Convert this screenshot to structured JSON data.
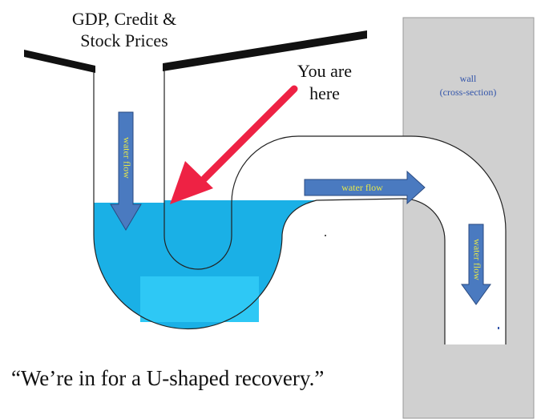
{
  "heading": [
    "GDP, Credit &",
    "Stock Prices"
  ],
  "marker": [
    "You are",
    "here"
  ],
  "wall": [
    "wall",
    "(cross-section)"
  ],
  "flow_labels": {
    "down_left": "water flow",
    "horizontal": "water flow",
    "down_right": "water flow"
  },
  "quote": "“We’re in for a U-shaped recovery.”",
  "colors": {
    "water": "#1ab0e6",
    "water_block": "#2ec8f5",
    "arrow": "#4a7ac0",
    "arrow_text": "#e6e84a",
    "pointer": "#ee2244",
    "wall": "#d0d0d0",
    "wall_text": "#3355aa"
  }
}
